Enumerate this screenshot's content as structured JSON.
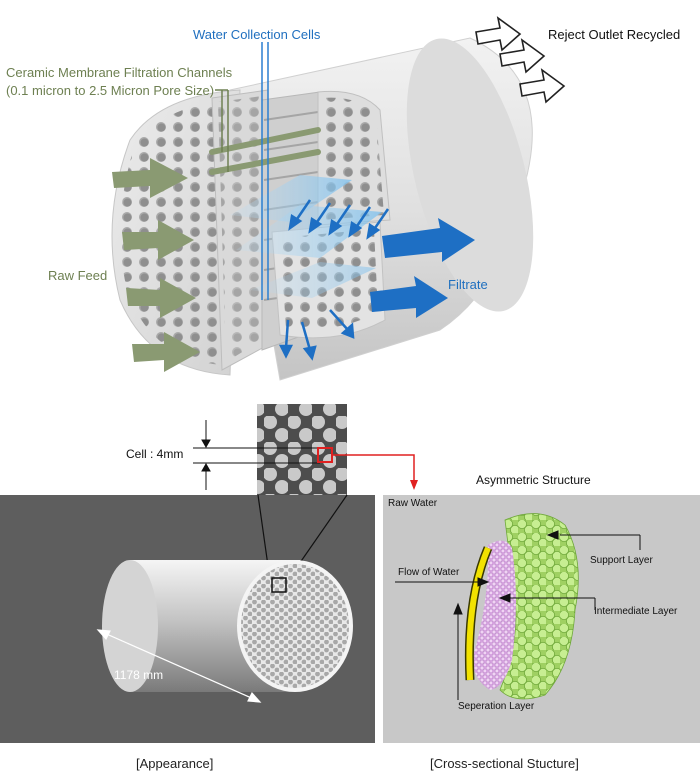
{
  "top_diagram": {
    "labels": {
      "water_collection": "Water Collection Cells",
      "ceramic_line1": "Ceramic Membrane Filtration Channels",
      "ceramic_line2": "(0.1 micron to 2.5 Micron Pore Size)",
      "raw_feed": "Raw Feed",
      "filtrate": "Filtrate",
      "reject_outlet": "Reject Outlet Recycled"
    },
    "colors": {
      "label_green": "#6e8052",
      "label_blue": "#1f6fbf",
      "arrow_green": "#8a9a72",
      "arrow_blue": "#1e6fc4"
    }
  },
  "cell_detail": {
    "cell_label": "Cell : 4mm"
  },
  "appearance_panel": {
    "length_label": "1178 mm",
    "caption": "[Appearance]",
    "background": "#5e5e5e"
  },
  "cross_section_panel": {
    "title": "Asymmetric Structure",
    "raw_water": "Raw Water",
    "flow_of_water": "Flow of Water",
    "support_layer": "Support Layer",
    "intermediate_layer": "Intermediate Layer",
    "separation_layer": "Seperation Layer",
    "caption": "[Cross-sectional Stucture]",
    "background": "#c8c8c8",
    "colors": {
      "support": "#b4e07a",
      "intermediate": "#e2bde8",
      "separation": "#f2e200"
    }
  }
}
